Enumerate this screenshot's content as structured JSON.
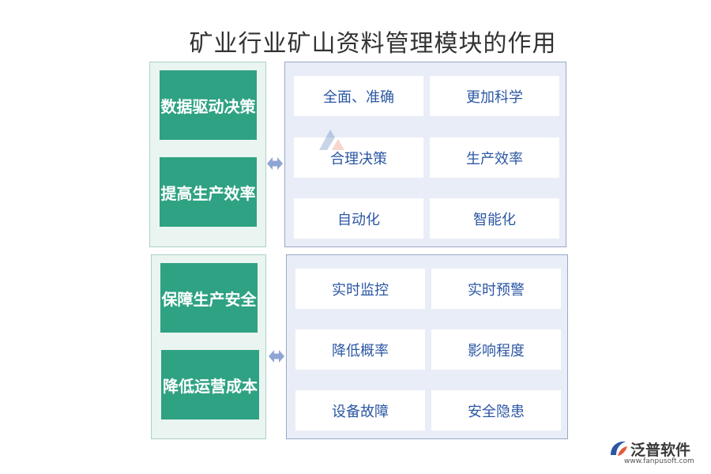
{
  "title": "矿业行业矿山资料管理模块的作用",
  "group1": {
    "left": [
      "数据驱动决策",
      "提高生产效率"
    ],
    "right": [
      "全面、准确",
      "更加科学",
      "合理决策",
      "生产效率",
      "自动化",
      "智能化"
    ]
  },
  "group2": {
    "left": [
      "保障生产安全",
      "降低运营成本"
    ],
    "right": [
      "实时监控",
      "实时预警",
      "降低概率",
      "影响程度",
      "设备故障",
      "安全隐患"
    ]
  },
  "logo": {
    "name": "泛普软件",
    "url": "www.fanpusoft.com"
  },
  "colors": {
    "green": "#2fa283",
    "blue_text": "#2c57a4",
    "arrow": "#8fa6d4"
  }
}
